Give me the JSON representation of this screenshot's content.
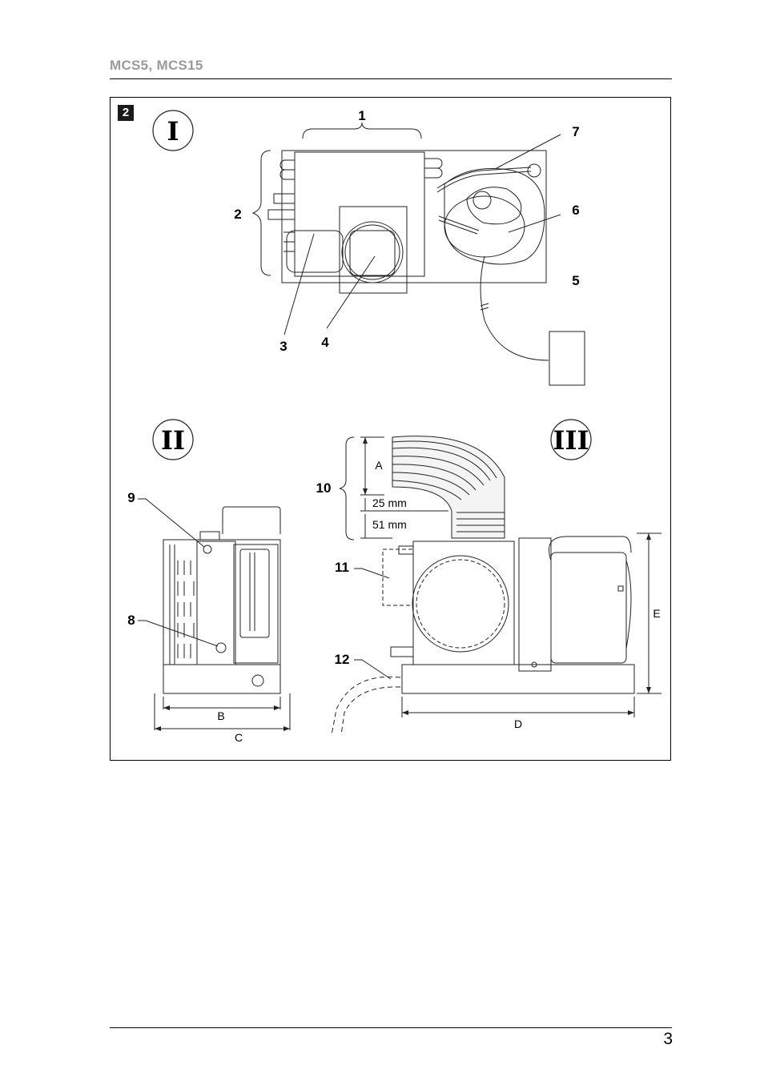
{
  "header": {
    "title": "MCS5, MCS15"
  },
  "figure": {
    "number": "2",
    "views": [
      "I",
      "II",
      "III"
    ],
    "callouts": [
      "1",
      "2",
      "3",
      "4",
      "5",
      "6",
      "7",
      "8",
      "9",
      "10",
      "11",
      "12"
    ],
    "dimensions": [
      "A",
      "25 mm",
      "51 mm",
      "B",
      "C",
      "D",
      "E"
    ]
  },
  "footer": {
    "page_number": "3"
  }
}
